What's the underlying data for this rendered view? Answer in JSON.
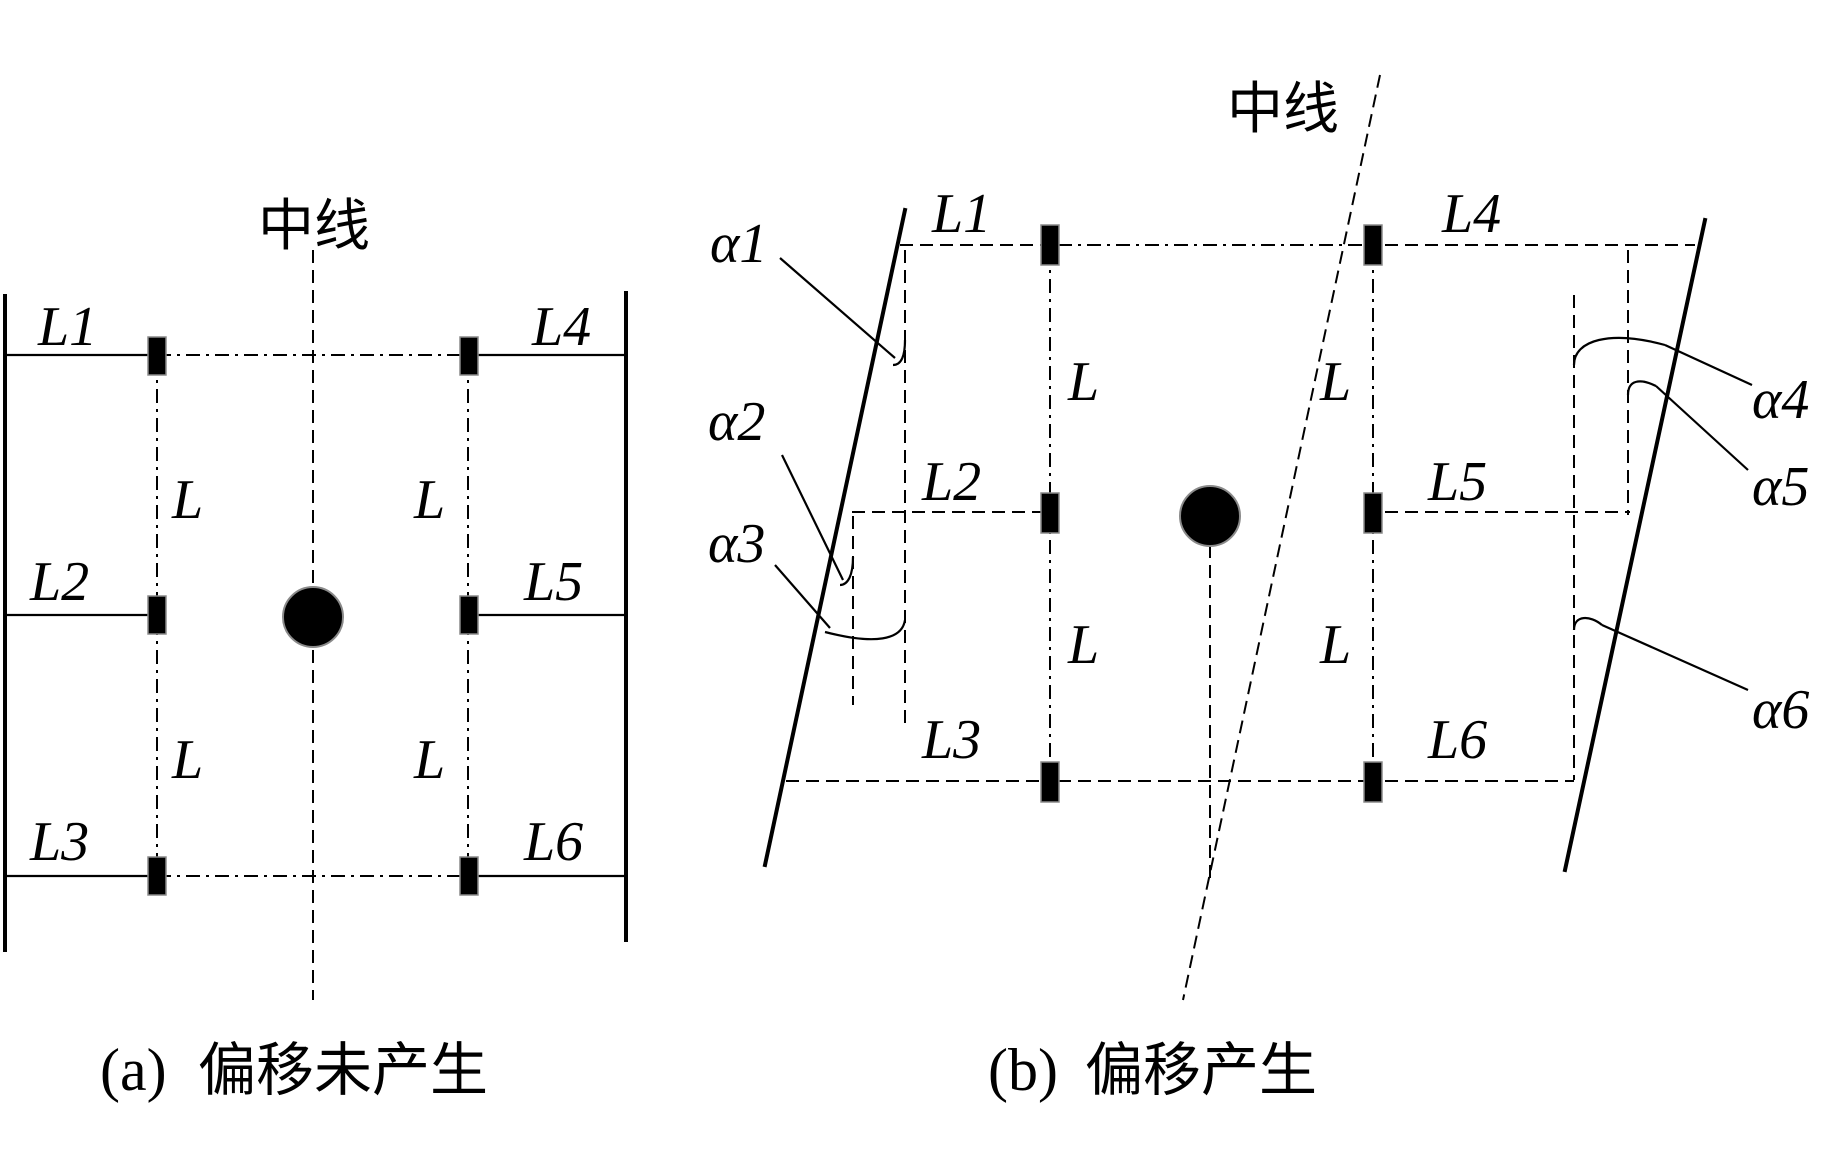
{
  "panel_a": {
    "centerline_label": "中线",
    "caption_letter": "(a)",
    "caption_text": "偏移未产生",
    "left_labels": [
      "L1",
      "L2",
      "L3"
    ],
    "right_labels": [
      "L4",
      "L5",
      "L6"
    ],
    "spacing_labels": [
      "L",
      "L",
      "L",
      "L"
    ]
  },
  "panel_b": {
    "centerline_label": "中线",
    "caption_letter": "(b)",
    "caption_text": "偏移产生",
    "left_labels": [
      "L1",
      "L2",
      "L3"
    ],
    "right_labels": [
      "L4",
      "L5",
      "L6"
    ],
    "spacing_labels": [
      "L",
      "L",
      "L",
      "L"
    ],
    "angle_labels": [
      "α1",
      "α2",
      "α3",
      "α4",
      "α5",
      "α6"
    ]
  }
}
